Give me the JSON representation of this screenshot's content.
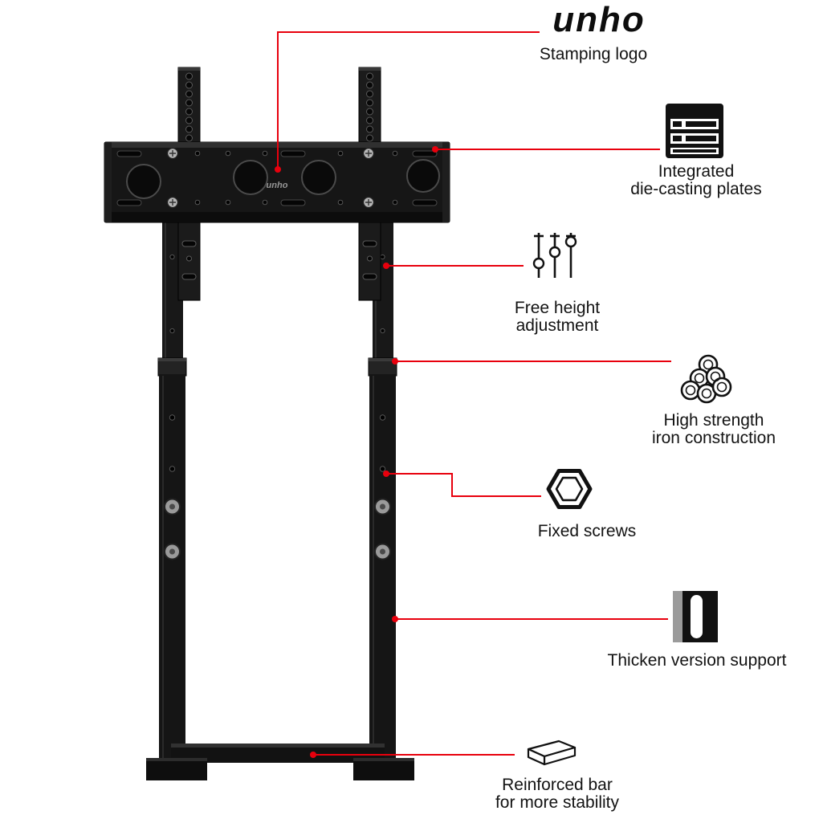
{
  "brand": {
    "logo_text": "unho",
    "plate_stamp": "unho"
  },
  "callouts": {
    "stamping_logo": {
      "label": "Stamping logo"
    },
    "die_casting": {
      "lines": [
        "Integrated",
        "die-casting plates"
      ]
    },
    "height_adjustment": {
      "lines": [
        "Free height",
        "adjustment"
      ]
    },
    "iron_construction": {
      "lines": [
        "High strength",
        "iron construction"
      ]
    },
    "fixed_screws": {
      "label": "Fixed screws"
    },
    "thicken_support": {
      "label": "Thicken version support"
    },
    "reinforced_bar": {
      "lines": [
        "Reinforced bar",
        "for more stability"
      ]
    }
  },
  "colors": {
    "accent": "#e8000d",
    "stand": "#161616",
    "text": "#131313",
    "background": "#ffffff"
  }
}
